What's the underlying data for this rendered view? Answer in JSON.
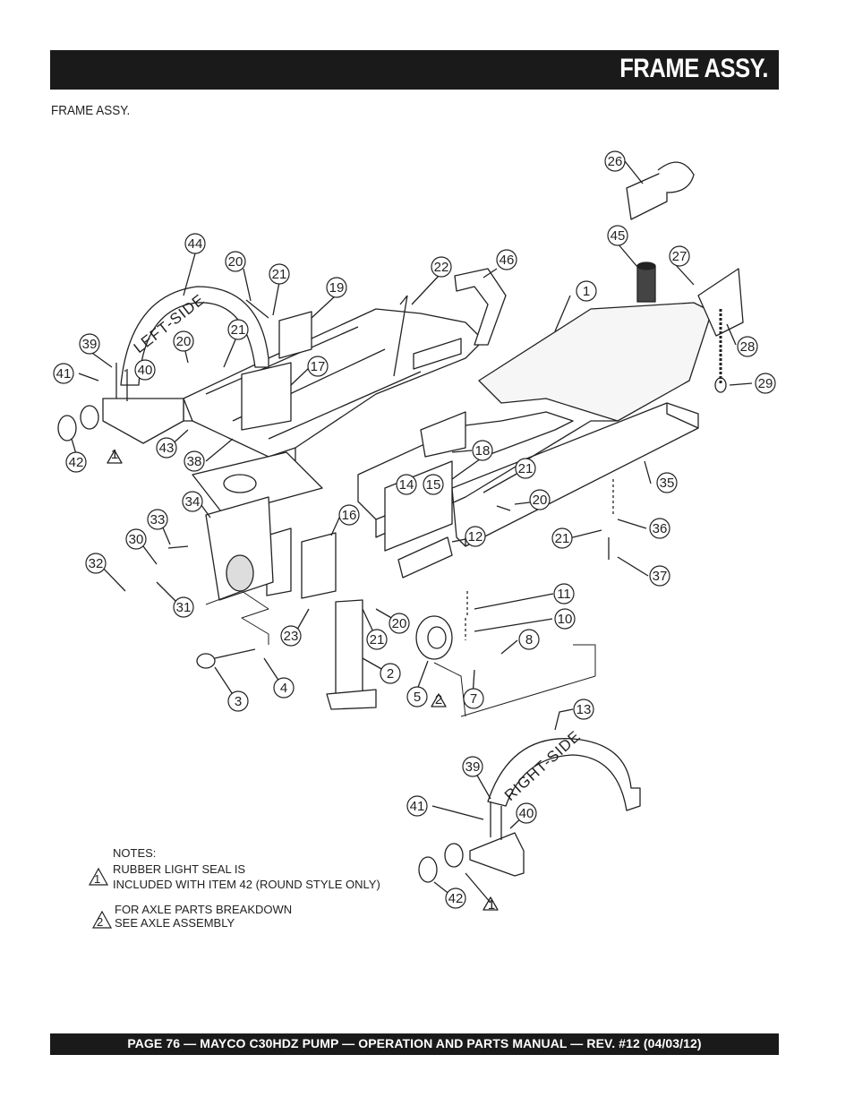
{
  "header": {
    "title": "FRAME ASSY."
  },
  "section_label": "FRAME ASSY.",
  "diagram": {
    "side_labels": {
      "left": "LEFT-SIDE",
      "right": "RIGHT-SIDE"
    },
    "callouts": [
      "26",
      "45",
      "27",
      "44",
      "20",
      "21",
      "19",
      "22",
      "46",
      "1",
      "28",
      "39",
      "21",
      "40",
      "20",
      "41",
      "17",
      "29",
      "42",
      "1",
      "43",
      "38",
      "18",
      "34",
      "21",
      "14",
      "15",
      "35",
      "20",
      "16",
      "33",
      "30",
      "12",
      "36",
      "21",
      "32",
      "37",
      "11",
      "10",
      "8",
      "31",
      "20",
      "23",
      "21",
      "2",
      "4",
      "5",
      "2",
      "7",
      "3",
      "13",
      "39",
      "41",
      "40",
      "42",
      "1"
    ],
    "notes": {
      "heading": "NOTES:",
      "note1_symbol": "1",
      "note1_line1": "RUBBER LIGHT SEAL IS",
      "note1_line2": "INCLUDED WITH ITEM 42 (ROUND STYLE ONLY)",
      "note2_symbol": "2",
      "note2_line1": "FOR AXLE PARTS BREAKDOWN",
      "note2_line2": "SEE AXLE ASSEMBLY"
    }
  },
  "footer": {
    "text": "PAGE 76 — MAYCO C30HDZ PUMP — OPERATION AND PARTS MANUAL — REV. #12 (04/03/12)"
  }
}
